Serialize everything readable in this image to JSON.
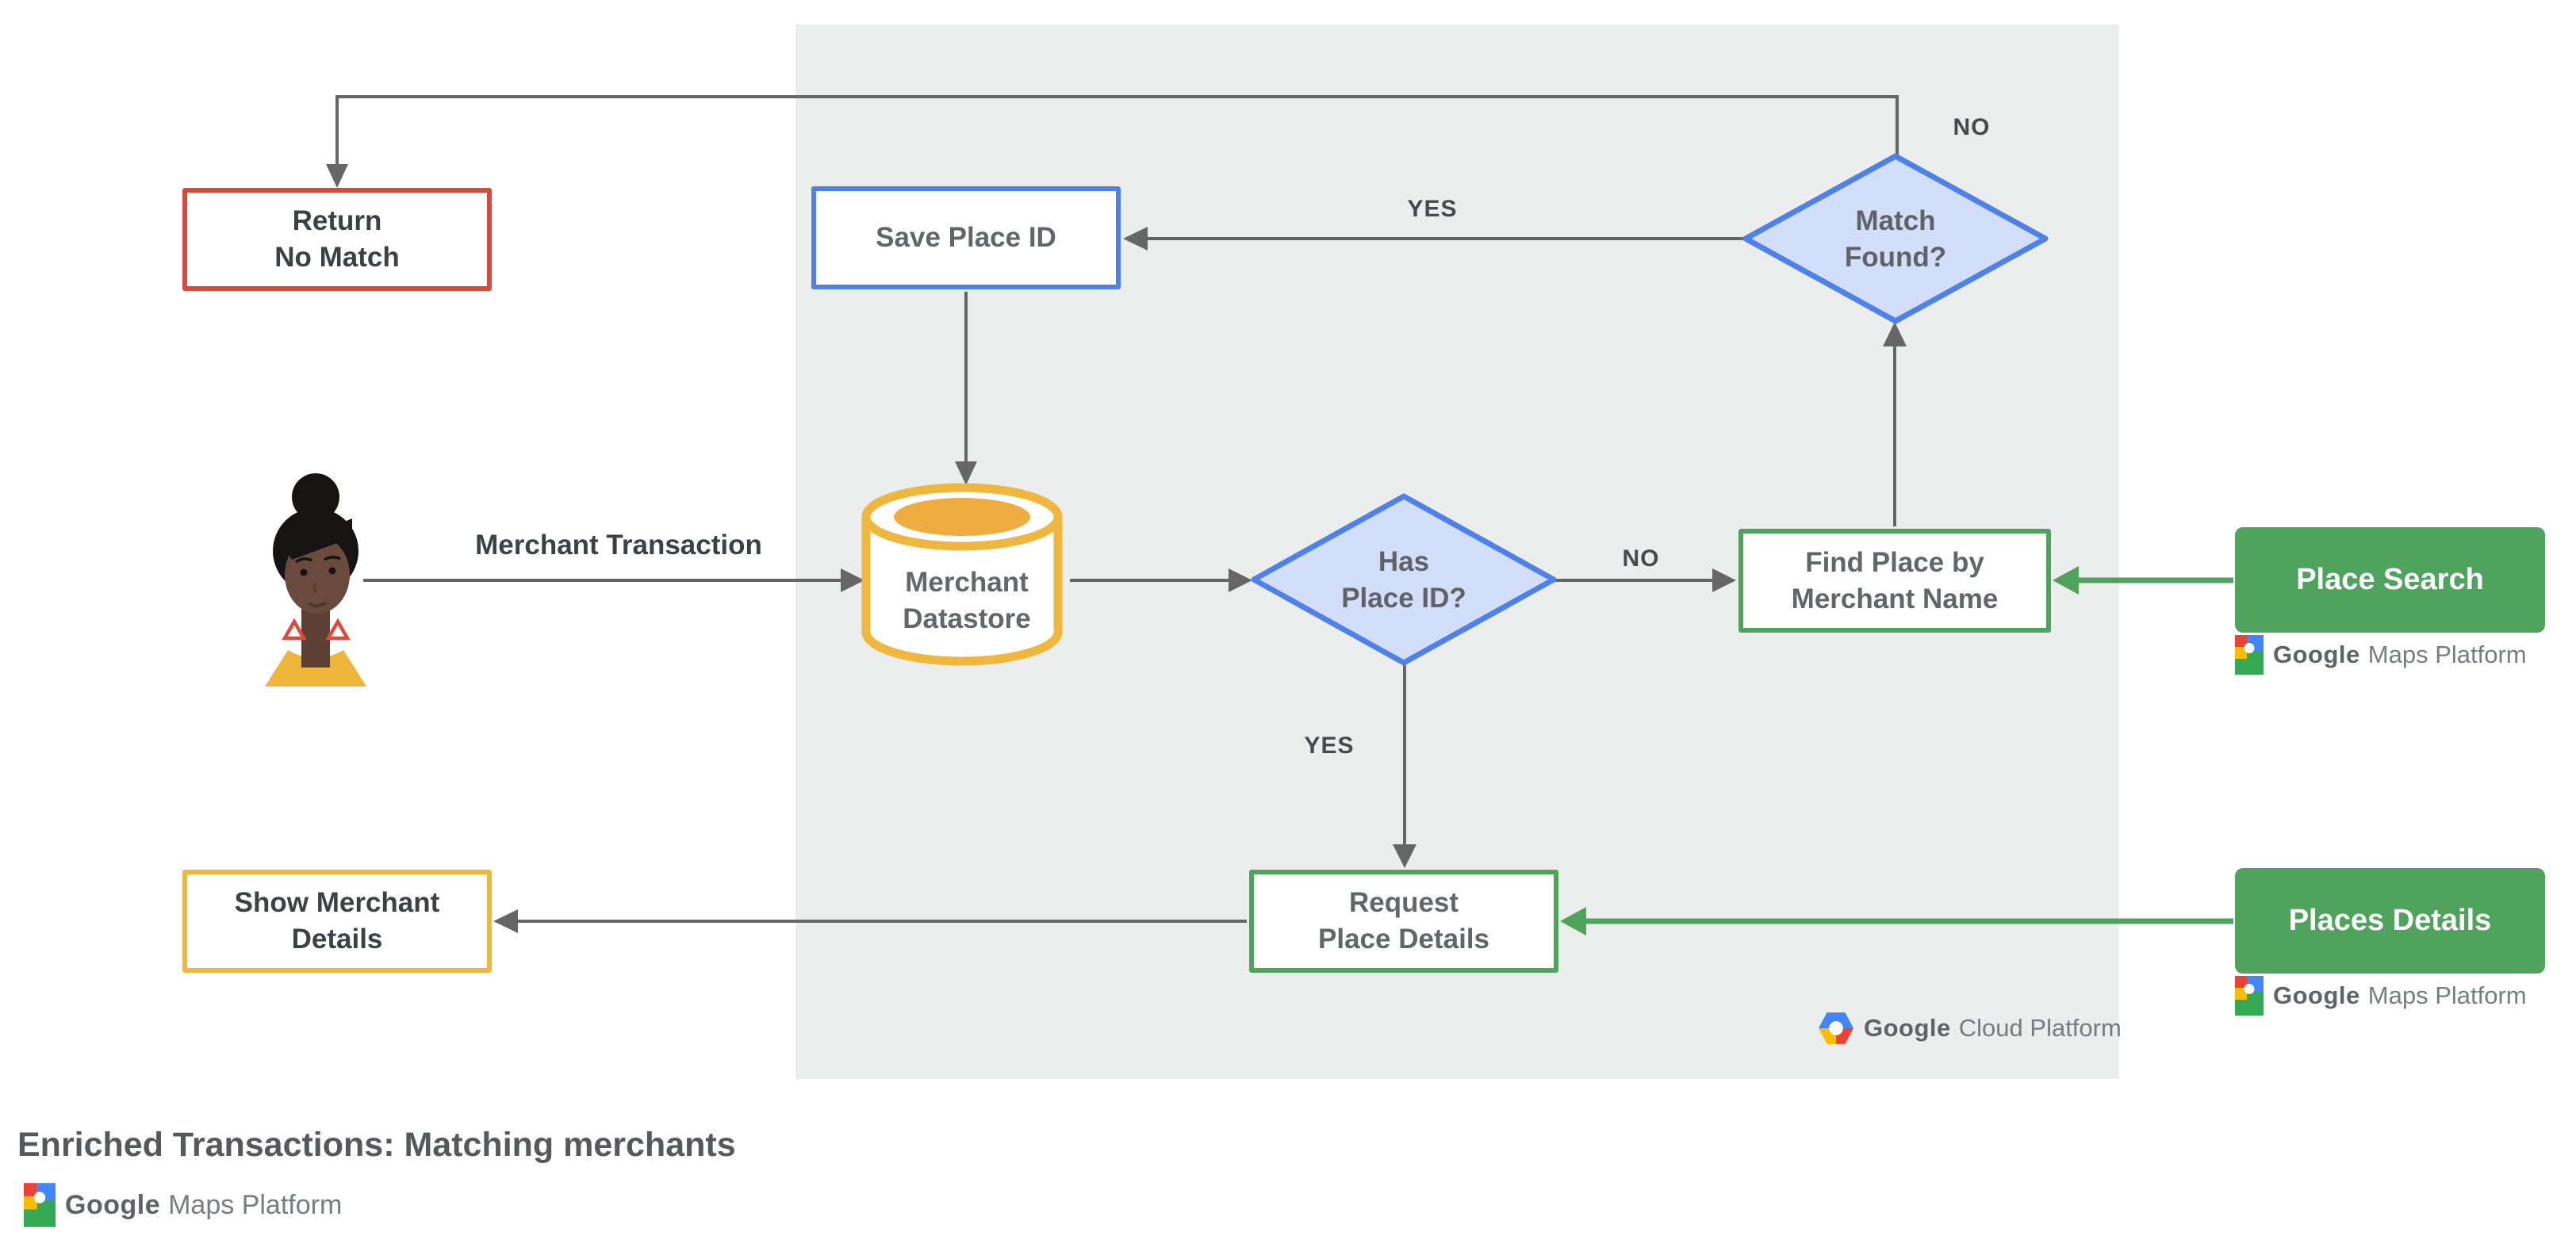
{
  "title": "Enriched Transactions: Matching merchants",
  "nodes": {
    "return_no_match": {
      "line1": "Return",
      "line2": "No Match"
    },
    "save_place_id": {
      "label": "Save Place ID"
    },
    "merchant_datastore": {
      "line1": "Merchant",
      "line2": "Datastore"
    },
    "has_place_id": {
      "line1": "Has",
      "line2": "Place ID?"
    },
    "match_found": {
      "line1": "Match",
      "line2": "Found?"
    },
    "find_place": {
      "line1": "Find Place by",
      "line2": "Merchant Name"
    },
    "request_place_details": {
      "line1": "Request",
      "line2": "Place Details"
    },
    "show_merchant_details": {
      "line1": "Show Merchant",
      "line2": "Details"
    },
    "place_search": {
      "label": "Place Search"
    },
    "places_details": {
      "label": "Places Details"
    }
  },
  "edge_labels": {
    "merchant_transaction": "Merchant Transaction",
    "yes_top": "YES",
    "no_top": "NO",
    "no_mid": "NO",
    "yes_bottom": "YES"
  },
  "logos": {
    "gmp": {
      "google": "Google",
      "rest": "Maps Platform"
    },
    "gcp": {
      "google": "Google",
      "rest": "Cloud Platform"
    }
  },
  "colors": {
    "red_border": "#D9493E",
    "blue_border": "#4F82E8",
    "diamond_fill": "#D3DEF9",
    "green": "#4FA35C",
    "yellow": "#F0B73E",
    "amber_fill": "#EFAC41",
    "connector_gray": "#666666",
    "panel_gray": "#ECEDED",
    "google_red": "#EA4335",
    "google_blue": "#4285F4",
    "google_yellow": "#FBBC04",
    "google_green": "#34A853"
  }
}
